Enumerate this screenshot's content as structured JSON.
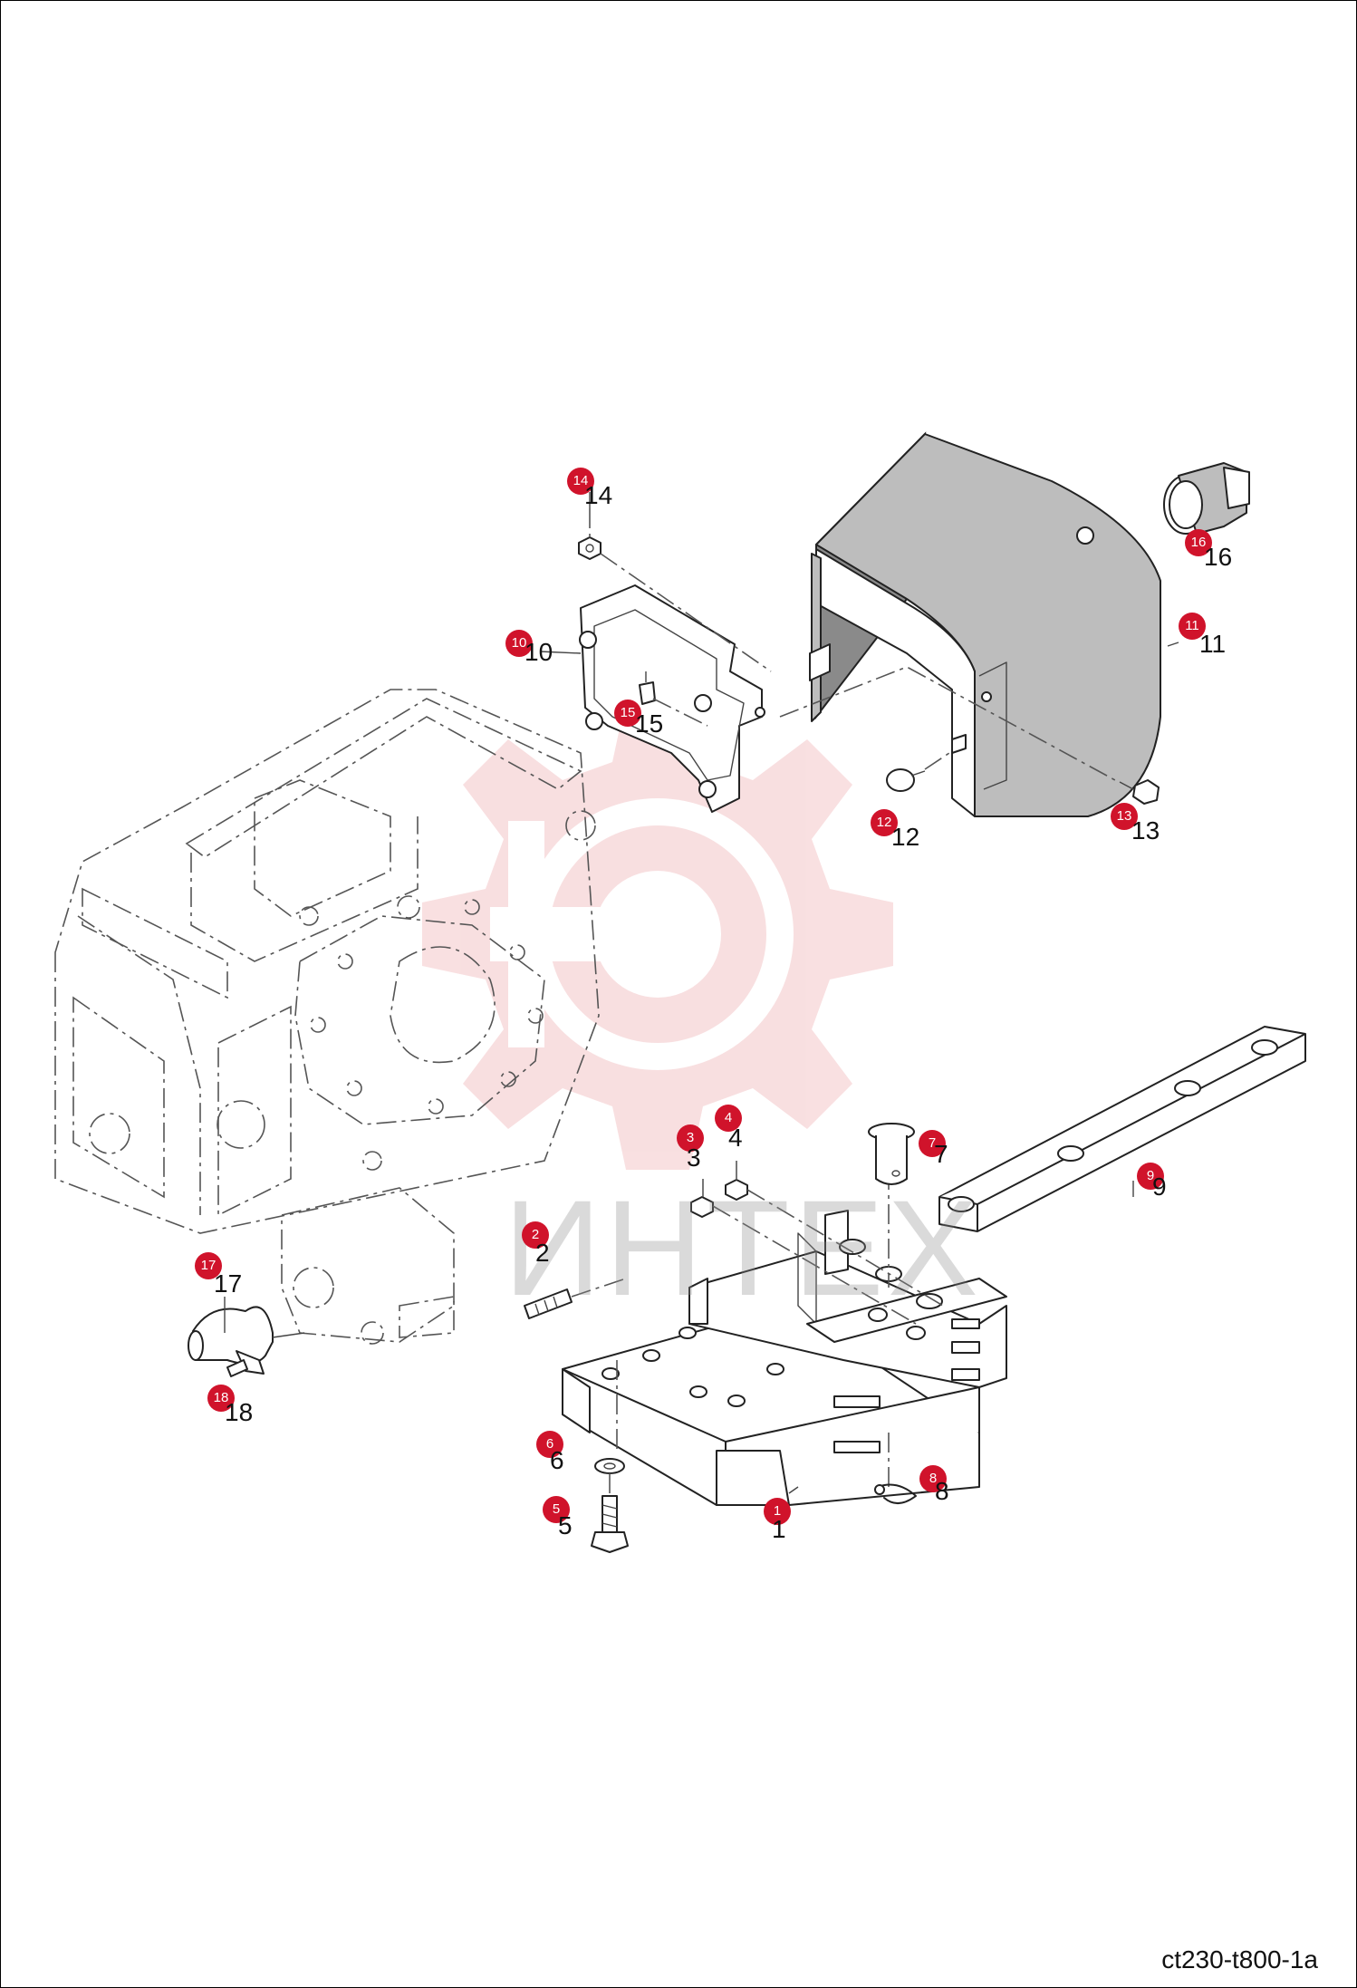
{
  "watermark_text": "ИНТЕХ",
  "drawing_code": "ct230-t800-1a",
  "callouts": [
    {
      "n": "1",
      "label": "1"
    },
    {
      "n": "2",
      "label": "2"
    },
    {
      "n": "3",
      "label": "3"
    },
    {
      "n": "4",
      "label": "4"
    },
    {
      "n": "5",
      "label": "5"
    },
    {
      "n": "6",
      "label": "6"
    },
    {
      "n": "7",
      "label": "7"
    },
    {
      "n": "8",
      "label": "8"
    },
    {
      "n": "9",
      "label": "9"
    },
    {
      "n": "10",
      "label": "10"
    },
    {
      "n": "11",
      "label": "11"
    },
    {
      "n": "12",
      "label": "12"
    },
    {
      "n": "13",
      "label": "13"
    },
    {
      "n": "14",
      "label": "14"
    },
    {
      "n": "15",
      "label": "15"
    },
    {
      "n": "16",
      "label": "16"
    },
    {
      "n": "17",
      "label": "17"
    },
    {
      "n": "18",
      "label": "18"
    }
  ],
  "colors": {
    "badge": "#d0132b",
    "watermark": "#f0b5b8",
    "line": "#222222"
  }
}
